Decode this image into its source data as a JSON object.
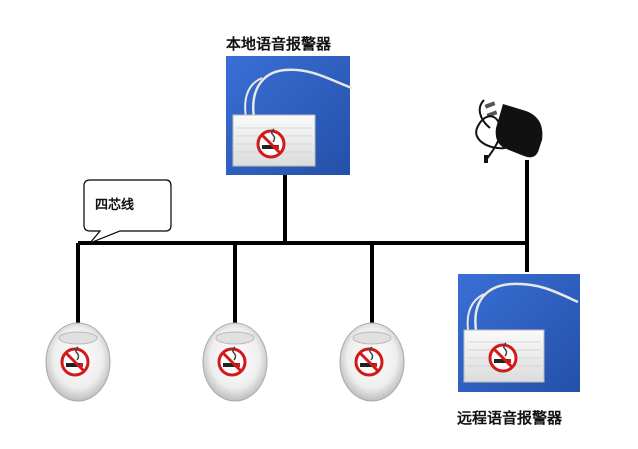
{
  "labels": {
    "local_alarm": "本地语音报警器",
    "remote_alarm": "远程语音报警器",
    "wire": "四芯线"
  },
  "colors": {
    "wire": "#000000",
    "panel_bg": "#2f5fc4",
    "no_smoking_red": "#d11a1a"
  },
  "icons": [
    "no-smoking-icon",
    "power-adapter-icon",
    "smoke-detector-icon"
  ]
}
